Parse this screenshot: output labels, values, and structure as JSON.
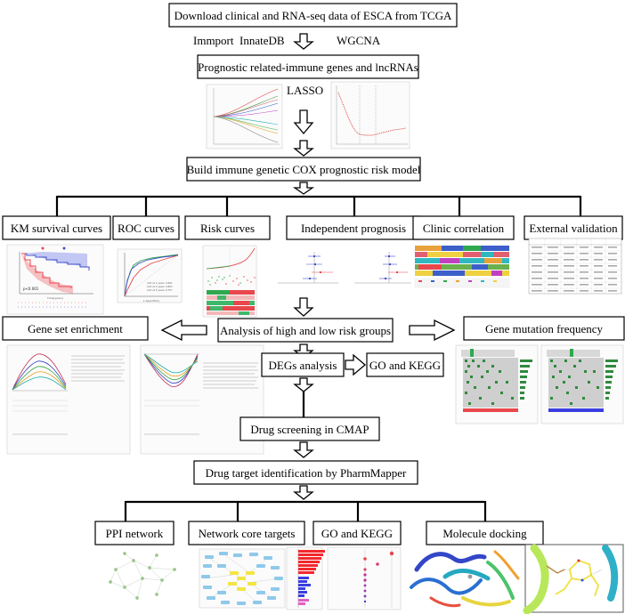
{
  "steps": {
    "download": "Download clinical and RNA-seq data of ESCA from TCGA",
    "sources": [
      "Immport",
      "InnateDB",
      "WGCNA"
    ],
    "prognostic_genes": "Prognostic related-immune genes and lncRNAs",
    "lasso": "LASSO",
    "cox_model": "Build immune genetic COX prognostic risk model",
    "evaluations": [
      "KM survival curves",
      "ROC curves",
      "Risk curves",
      "Independent prognosis",
      "Clinic correlation",
      "External validation"
    ],
    "high_low": "Analysis of high and low risk groups",
    "gsea": "Gene set enrichment",
    "mutation": "Gene mutation frequency",
    "degs": "DEGs analysis",
    "go_kegg": "GO and KEGG",
    "cmap": "Drug screening in CMAP",
    "pharmmapper": "Drug target identification by PharmMapper",
    "targets": [
      "PPI network",
      "Network core targets",
      "GO and KEGG",
      "Molecule docking"
    ]
  },
  "thumbnail_text": {
    "km_pvalue": "p<0.001",
    "km_xlabel": "Time(years)",
    "roc_xlabel": "1-Specificity",
    "roc_ylabel": "Sensitivity",
    "roc_legend": [
      "AUC at 1 years: 0.862",
      "AUC at 3 years: 0.863",
      "AUC at 5 years: 0.757"
    ]
  },
  "colors": {
    "high_risk": "#e8474c",
    "low_risk": "#3f4fc9",
    "line": "#000000",
    "bar_red": "#f2292d",
    "bar_blue": "#3a3ee0",
    "network_node": "#8ec9ea",
    "network_core": "#f4e542"
  }
}
